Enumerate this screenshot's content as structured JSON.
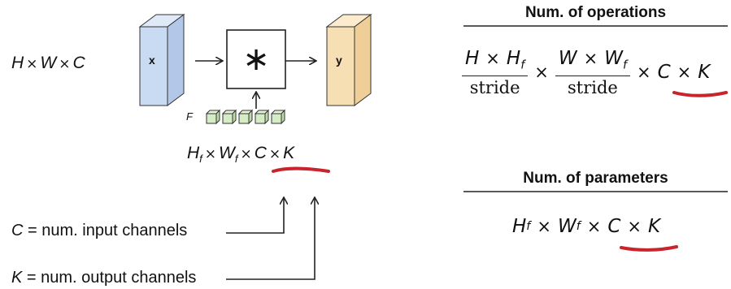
{
  "input_dims": {
    "h": "H",
    "w": "W",
    "c": "C",
    "times": "×"
  },
  "input_block_label": "x",
  "output_block_label": "y",
  "conv_symbol": "∗",
  "filter_label": "F",
  "filter_dims": {
    "h": "H",
    "h_sub": "f",
    "w": "W",
    "w_sub": "f",
    "c": "C",
    "k": "K",
    "times": "×"
  },
  "legend": {
    "c_var": "C",
    "c_text": "= num. input channels",
    "k_var": "K",
    "k_text": "= num. output channels"
  },
  "operations": {
    "heading": "Num. of operations",
    "frac1_num": {
      "a": "H",
      "b": "H",
      "b_sub": "f"
    },
    "frac2_num": {
      "a": "W",
      "b": "W",
      "b_sub": "f"
    },
    "denominator": "stride",
    "c": "C",
    "k": "K",
    "times": "×"
  },
  "parameters": {
    "heading": "Num. of parameters",
    "h": "H",
    "h_sub": "f",
    "w": "W",
    "w_sub": "f",
    "c": "C",
    "k": "K",
    "times": "×"
  },
  "colors": {
    "input_block": "#c9daf3",
    "output_block": "#f7dfb4",
    "filter_cube": "#d6ecc6",
    "underline": "#c8242b"
  }
}
